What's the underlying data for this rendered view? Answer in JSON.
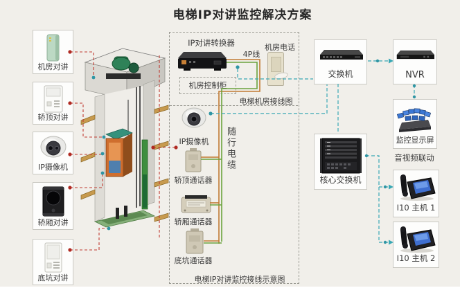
{
  "title": "电梯IP对讲监控解决方案",
  "left_devices": [
    {
      "label": "机房对讲"
    },
    {
      "label": "轿顶对讲"
    },
    {
      "label": "IP摄像机"
    },
    {
      "label": "轿厢对讲"
    },
    {
      "label": "底坑对讲"
    }
  ],
  "wiring_diagram": {
    "converter": "IP对讲转换器",
    "control_cabinet": "机房控制柜",
    "wire_4p": "4P线",
    "machine_room_phone": "机房电话",
    "machine_room_caption": "电梯机房接线图",
    "ip_camera": "IP摄像机",
    "traveling_cable": "随行电缆",
    "car_top_talker": "轿顶通话器",
    "car_talker": "轿厢通话器",
    "pit_talker": "底坑通话器",
    "caption": "电梯IP对讲监控接线示意图"
  },
  "monitoring_center": {
    "switch": "交换机",
    "nvr": "NVR",
    "monitor_screen": "监控显示屏",
    "core_switch": "核心交换机",
    "av_linkage": "音视频联动",
    "host1": "I10 主机 1",
    "host2": "I10 主机 2"
  },
  "colors": {
    "background": "#f1efea",
    "intercom_line_red": "#c03a30",
    "network_line_teal": "#38a8b5",
    "wire_orange": "#c17a33",
    "wire_green": "#6aa23c"
  }
}
